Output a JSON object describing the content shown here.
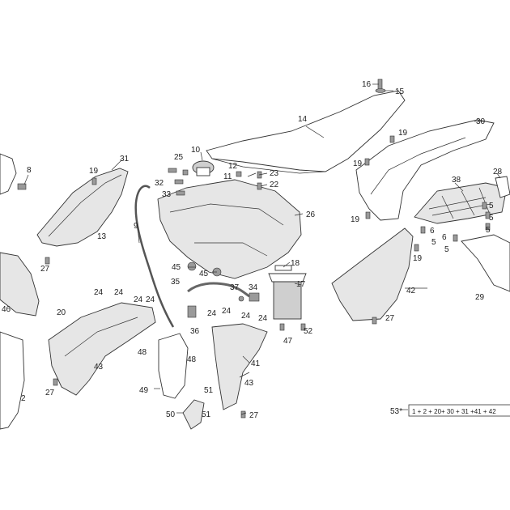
{
  "callouts": {
    "c2": "2",
    "c5a": "5",
    "c5b": "5",
    "c5c": "5",
    "c5d": "5",
    "c5e": "5",
    "c6a": "6",
    "c6b": "6",
    "c8": "8",
    "c9": "9",
    "c10": "10",
    "c11": "11",
    "c12": "12",
    "c13": "13",
    "c14": "14",
    "c15": "15",
    "c16": "16",
    "c17": "17",
    "c18": "18",
    "c19a": "19",
    "c19b": "19",
    "c19c": "19",
    "c19d": "19",
    "c19e": "19",
    "c20": "20",
    "c22": "22",
    "c23": "23",
    "c24a": "24",
    "c24b": "24",
    "c24c": "24",
    "c24d": "24",
    "c24e": "24",
    "c24f": "24",
    "c24g": "24",
    "c25": "25",
    "c26": "26",
    "c27a": "27",
    "c27b": "27",
    "c27c": "27",
    "c27d": "27",
    "c28": "28",
    "c29": "29",
    "c30": "30",
    "c31": "31",
    "c32": "32",
    "c33": "33",
    "c34": "34",
    "c35": "35",
    "c36": "36",
    "c37": "37",
    "c38": "38",
    "c41": "41",
    "c42": "42",
    "c43a": "43",
    "c43b": "43",
    "c45a": "45",
    "c45b": "45",
    "c46": "46",
    "c47": "47",
    "c48a": "48",
    "c48b": "48",
    "c49": "49",
    "c50": "50",
    "c51a": "51",
    "c51b": "51",
    "c52": "52",
    "c53": "53*"
  },
  "kit_box": {
    "text": "1 + 2 + 20+  30 + 31 +41 + 42"
  }
}
